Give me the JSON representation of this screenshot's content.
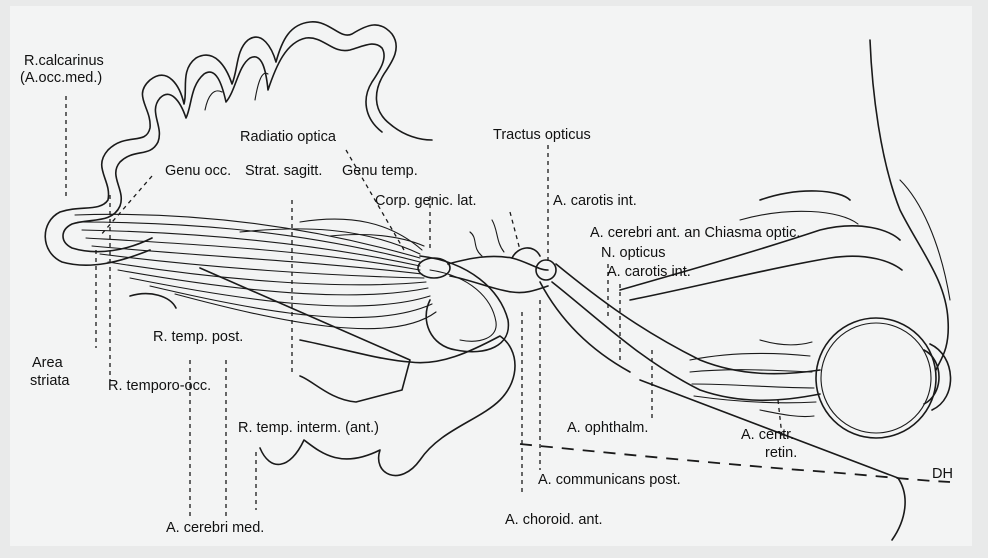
{
  "labels": {
    "r_calcarinus": "R.calcarinus",
    "a_occ_med": "(A.occ.med.)",
    "radiatio_optica": "Radiatio optica",
    "tractus_opticus": "Tractus opticus",
    "genu_occ": "Genu occ.",
    "strat_sagitt": "Strat. sagitt.",
    "genu_temp": "Genu temp.",
    "corp_genic_lat": "Corp. genic. lat.",
    "a_carotis_int_1": "A. carotis int.",
    "a_cerebri_ant_chiasma": "A. cerebri ant. an Chiasma optic.",
    "n_opticus": "N. opticus",
    "a_carotis_int_2": "A. carotis int.",
    "r_temp_post": "R. temp. post.",
    "area": "Area",
    "striata": "striata",
    "r_temporo_occ": "R. temporo-occ.",
    "r_temp_interm": "R. temp. interm. (ant.)",
    "a_ophthalm": "A. ophthalm.",
    "a_centr": "A. centr.",
    "retin": "retin.",
    "dh": "DH",
    "a_communicans_post": "A. communicans post.",
    "a_cerebri_med": "A. cerebri med.",
    "a_choroid_ant": "A. choroid. ant."
  }
}
